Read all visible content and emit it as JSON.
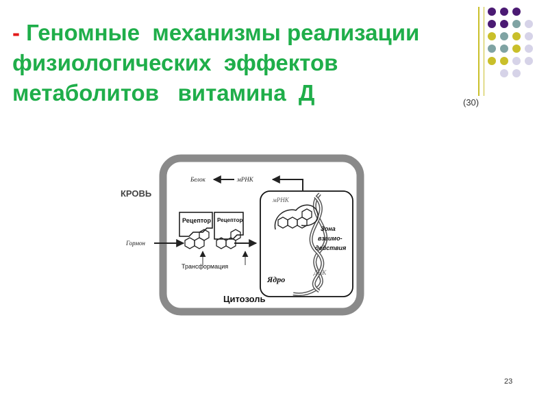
{
  "slide": {
    "title_dash": "-",
    "title_lines": [
      " Геномные  механизмы реализации",
      "физиологических  эффектов",
      "метаболитов   витамина  Д"
    ],
    "reference": "(30)",
    "page_number": "23"
  },
  "diagram": {
    "blood_label": "КРОВЬ",
    "hormone_label": "Гормон",
    "protein_label": "Белок",
    "mrna_label": "мРНК",
    "receptor_label_1": "Рецептор",
    "receptor_label_2": "Рецептор",
    "transformation_label": "Трансформация",
    "nucleus_mrna_label": "мРНК",
    "interaction_zone_lines": [
      "Зона",
      "взаимо-",
      "действия"
    ],
    "nucleus_label": "Ядро",
    "dna_label": "ДНК",
    "cytosol_label": "Цитозоль"
  },
  "colors": {
    "title": "#1fae4a",
    "dash": "#e21a1a",
    "dot_purple": "#4b1a73",
    "dot_olive": "#c9bf2a",
    "dot_teal": "#7fa3a3",
    "dot_lavender": "#d6d3e8",
    "cell_border": "#8a8a8a"
  }
}
